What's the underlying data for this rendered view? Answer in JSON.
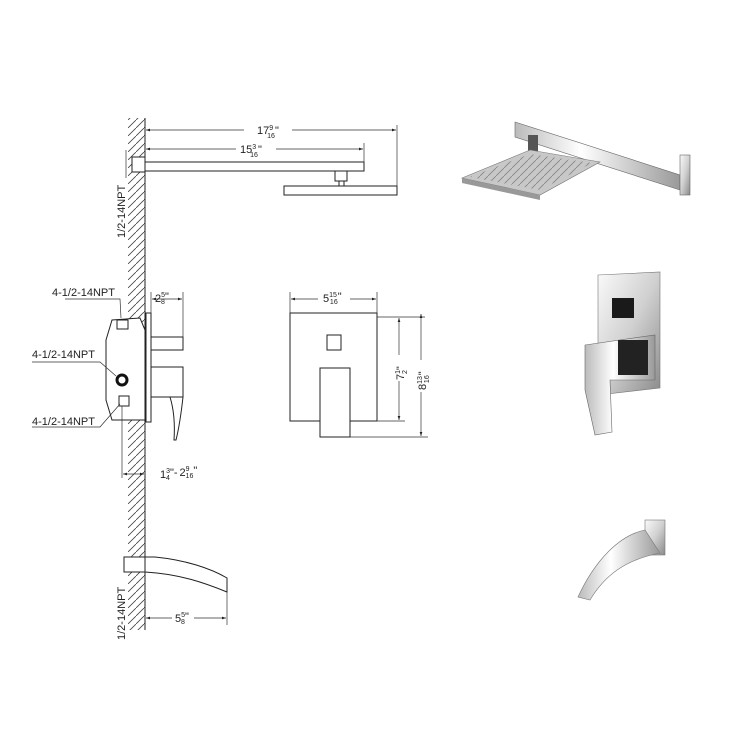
{
  "dimensions": {
    "arm_total": {
      "whole": "17",
      "num": "9",
      "den": "16",
      "unit": "\""
    },
    "arm_length": {
      "whole": "15",
      "num": "3",
      "den": "16",
      "unit": "\""
    },
    "valve_projection": {
      "whole": "2",
      "num": "5",
      "den": "8",
      "unit": "\""
    },
    "trim_width": {
      "whole": "5",
      "num": "15",
      "den": "16",
      "unit": "\""
    },
    "trim_height_inner": {
      "whole": "7",
      "num": "1",
      "den": "2",
      "unit": "\""
    },
    "trim_height_total": {
      "whole": "8",
      "num": "13",
      "den": "16",
      "unit": "\""
    },
    "wall_depth_min": {
      "whole": "1",
      "num": "3",
      "den": "4",
      "unit": "\"-"
    },
    "wall_depth_max": {
      "whole": "2",
      "num": "9",
      "den": "16",
      "unit": "\""
    },
    "spout_reach": {
      "whole": "5",
      "num": "5",
      "den": "8",
      "unit": "\""
    }
  },
  "thread_labels": {
    "arm_inlet": "1/2-14NPT",
    "valve_top": "4-1/2-14NPT",
    "valve_middle": "4-1/2-14NPT",
    "valve_bottom": "4-1/2-14NPT",
    "spout_inlet": "1/2-14NPT"
  },
  "colors": {
    "line": "#222222",
    "chrome_light": "#f4f4f4",
    "chrome_dark": "#1a1a1a"
  }
}
